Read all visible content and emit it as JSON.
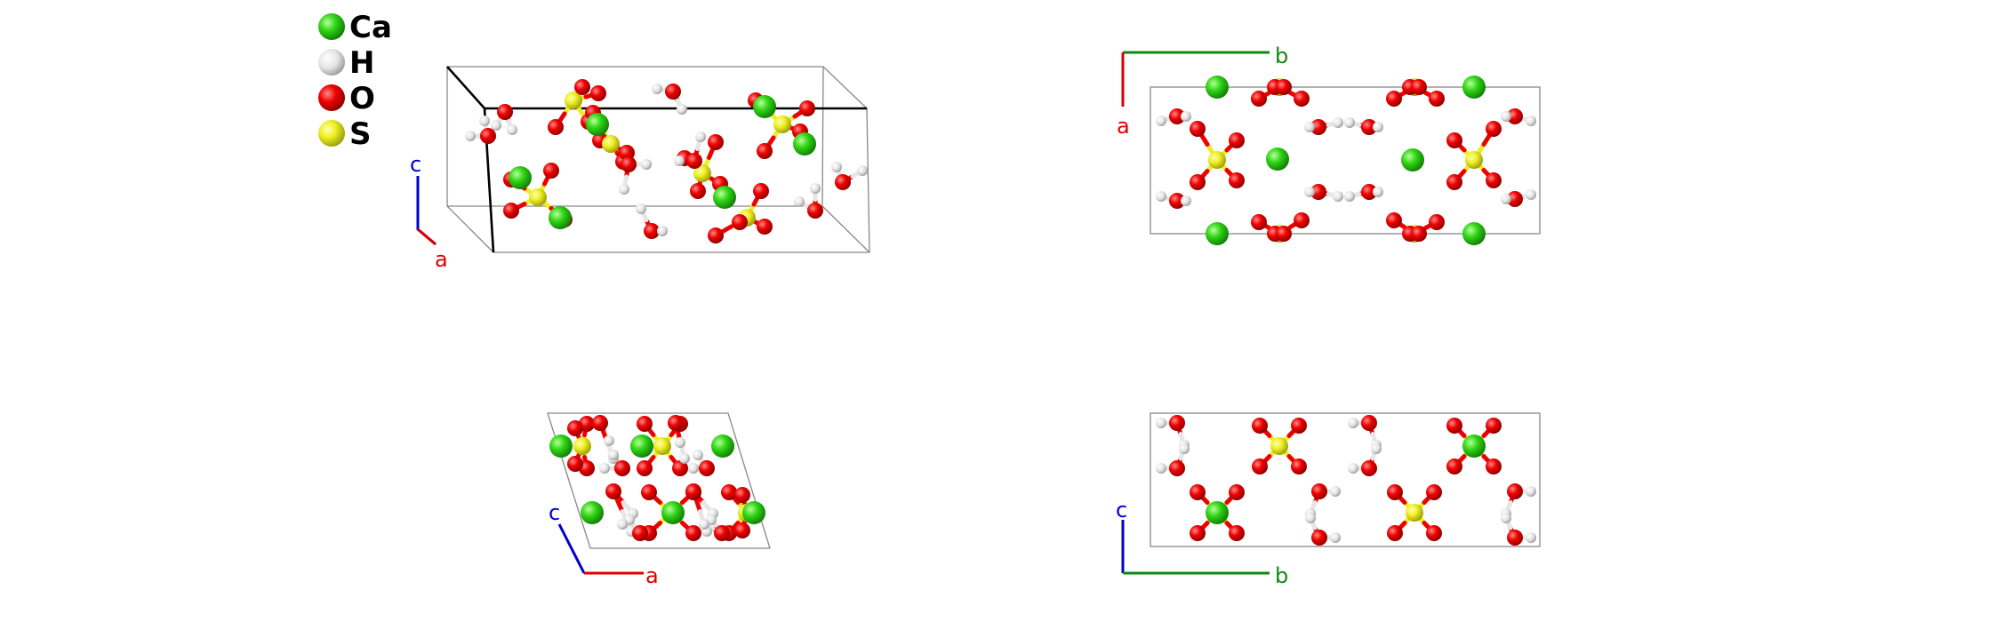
{
  "legend": {
    "items": [
      {
        "symbol": "Ca",
        "color": "#22cc11"
      },
      {
        "symbol": "H",
        "color": "#e6e6e6"
      },
      {
        "symbol": "O",
        "color": "#ee0000"
      },
      {
        "symbol": "S",
        "color": "#eeee22"
      }
    ]
  },
  "views": {
    "perspective": {
      "axis_labels": {
        "c": "c",
        "a": "a"
      }
    },
    "top_right": {
      "axis_labels": {
        "b": "b",
        "a": "a"
      }
    },
    "bottom_left": {
      "axis_labels": {
        "c": "c",
        "a": "a"
      }
    },
    "bottom_right": {
      "axis_labels": {
        "c": "c",
        "b": "b"
      }
    }
  },
  "colors": {
    "ca": "#22cc11",
    "h": "#e6e6e6",
    "o": "#ee0000",
    "s": "#eeee22",
    "axis_a": "#dd0000",
    "axis_b": "#118811",
    "axis_c": "#0000cc",
    "cell": "#888888",
    "cell_bold": "#000000"
  }
}
